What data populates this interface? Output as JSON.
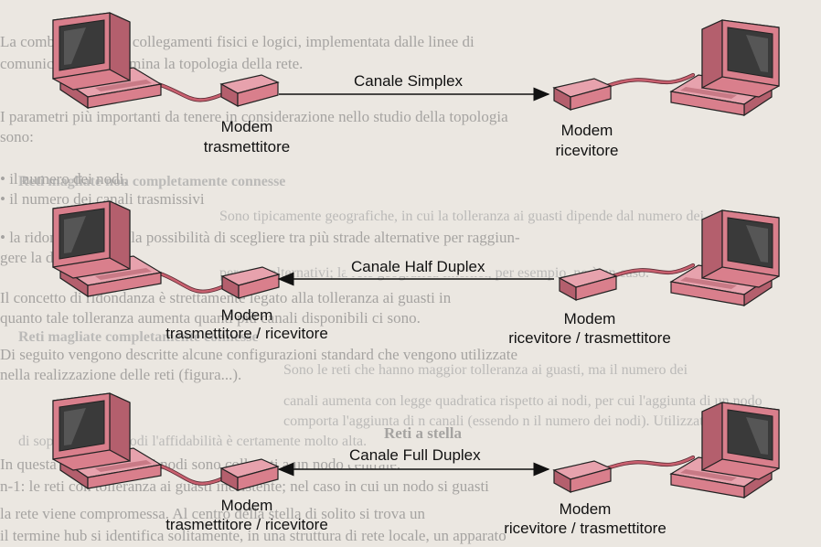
{
  "background_text": [
    "La combinazione fra collegamenti fisici e logici, implementata dalle linee di",
    "comunicazione determina la topologia della rete.",
    "I parametri più importanti da tenere in considerazione nello studio della topologia",
    "sono:",
    "• il numero dei nodi,",
    "• il numero dei canali trasmissivi",
    "• la ridondanza, cioè la possibilità di scegliere tra più strade alternative per raggiun-",
    "gere la destinazione.",
    "Il concetto di ridondanza è strettamente legato alla tolleranza ai guasti in",
    "quanto tale tolleranza aumenta quanti più canali disponibili ci sono.",
    "Di seguito vengono descritte alcune configurazioni standard che vengono utilizzate",
    "nella realizzazione delle reti (figura...).",
    "Reti a stella",
    "In questa topologia tutti i nodi sono collegati a un nodo centrale.",
    "n-1: le reti con tolleranza ai guasti inesistente; nel caso in cui un nodo si guasti",
    "la rete viene compromessa. Al centro della stella di solito si trova un",
    "il termine hub si identifica solitamente, in una struttura di rete locale, un apparato"
  ],
  "background_text_faint": [
    "Reti magliate non completamente connesse",
    "Sono tipicamente geografiche, in cui la tolleranza ai guasti dipende dal numero dei",
    "percorsi alternativi; la rete geografica Internet, per esempio, ne è un caso.",
    "Reti magliate completamente connesse",
    "Sono le reti che hanno maggior tolleranza ai guasti, ma il numero dei",
    "canali aumenta con legge quadratica rispetto ai nodi, per cui l'aggiunta di un nodo",
    "comporta l'aggiunta di n canali (essendo n il numero dei nodi). Utilizzate ai",
    "di sopra di questi nodi l'affidabilità è certamente molto alta."
  ],
  "rows": [
    {
      "channel_label": "Canale Simplex",
      "left_modem": "Modem",
      "left_role": "trasmettitore",
      "right_modem": "Modem",
      "right_role": "ricevitore",
      "arrow": "right"
    },
    {
      "channel_label": "Canale Half Duplex",
      "left_modem": "Modem",
      "left_role": "trasmettitore / ricevitore",
      "right_modem": "Modem",
      "right_role": "ricevitore / trasmettitore",
      "arrow": "left"
    },
    {
      "channel_label": "Canale Full Duplex",
      "left_modem": "Modem",
      "left_role": "trasmettitore / ricevitore",
      "right_modem": "Modem",
      "right_role": "ricevitore / trasmettitore",
      "arrow": "both"
    }
  ],
  "colors": {
    "device_fill": "#d97f8c",
    "device_light": "#e7a2ad",
    "device_dark": "#b45f6d",
    "screen": "#3a3a3a",
    "cable": "#c9606f",
    "outline": "#222222"
  }
}
